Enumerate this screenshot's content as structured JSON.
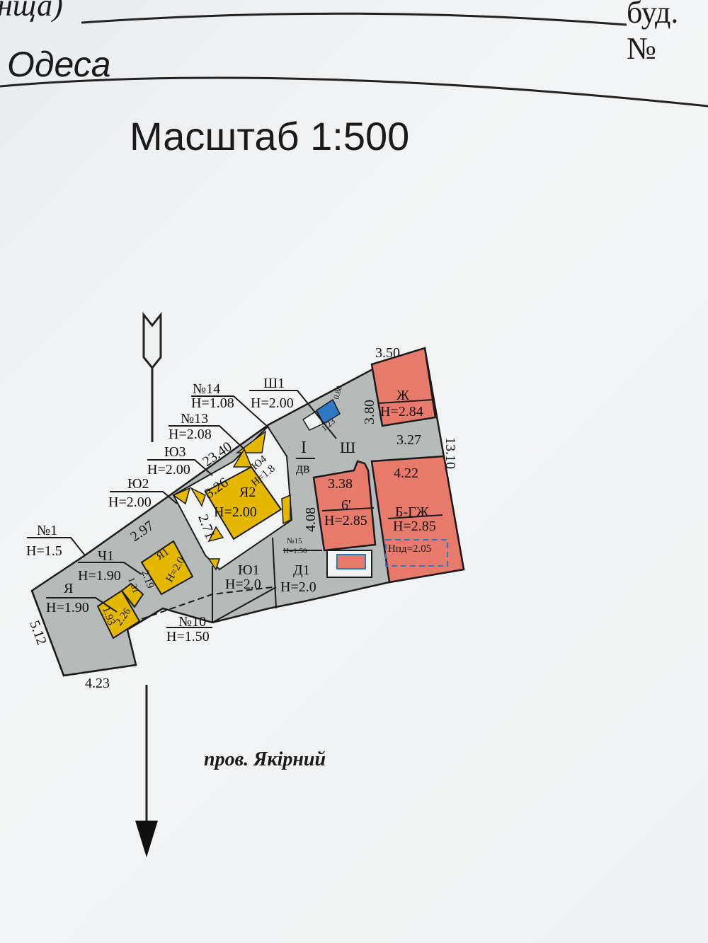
{
  "header": {
    "fragment_left": "нща)",
    "fragment_right": "буд.№",
    "city": "Одеса",
    "scale": "Масштаб 1:500"
  },
  "street": "пров. Якірний",
  "colors": {
    "gray": "#b6bab8",
    "red": "#e87a6c",
    "yellow": "#e5b800",
    "blue": "#2f78c4",
    "line": "#1b1b1b"
  },
  "labels": {
    "n14": "№14",
    "n14h": "Н=1.08",
    "sh1": "Ш1",
    "sh1h": "Н=2.00",
    "n13": "№13",
    "n13h": "Н=2.08",
    "yu3": "Ю3",
    "yu3h": "Н=2.00",
    "yu2": "Ю2",
    "yu2h": "Н=2.00",
    "n1": "№1",
    "n1h": "Н=1.5",
    "ch1": "Ч1",
    "ch1h": "Н=1.90",
    "ya": "Я",
    "yah": "Н=1.90",
    "ya1": "Я1",
    "ya1h": "Н=2.0",
    "ya2": "Я2",
    "ya2h": "Н=2.00",
    "yu4": "Ю4",
    "yu4h": "Н=1.8",
    "yu1": "Ю1",
    "yu1h": "Н=2.0",
    "d1": "Д1",
    "d1h": "Н=2.0",
    "n15": "№15",
    "n15h": "Н=1.50",
    "n10": "№10",
    "n10h": "Н=1.50",
    "i": "I",
    "dv": "дв",
    "sh": "Ш",
    "zh": "Ж",
    "zhh": "Н=2.84",
    "b6": "6'",
    "b6h": "Н=2.85",
    "bgzh": "Б-ГЖ",
    "bgzhh": "Н=2.85",
    "hpd": "Нпд=2.05"
  },
  "dimensions": {
    "d350": "3.50",
    "d380": "3.80",
    "d327": "3.27",
    "d1310": "13.10",
    "d422": "4.22",
    "d338": "3.38",
    "d408": "4.08",
    "d2340": "23.40",
    "d326": "3.26",
    "d271": "2.71",
    "d297": "2.97",
    "d219": "2.19",
    "d131": "1.31",
    "d226": "2.26",
    "d193": "1.93",
    "d512": "5.12",
    "d423": "4.23",
    "d123": "1.23",
    "d080": "0.80"
  }
}
